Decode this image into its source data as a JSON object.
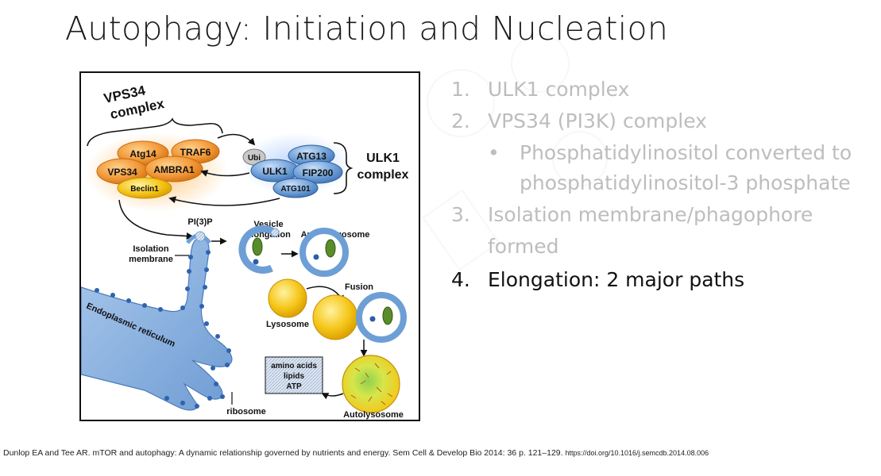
{
  "slide": {
    "title": "Autophagy: Initiation and Nucleation"
  },
  "list": {
    "items": [
      {
        "num": "1.",
        "text": "ULK1 complex"
      },
      {
        "num": "2.",
        "text": "VPS34 (PI3K) complex"
      },
      {
        "num": "3.",
        "text": "Isolation membrane/phagophore"
      },
      {
        "num": "",
        "text": "formed"
      },
      {
        "num": "4.",
        "text": "Elongation: 2 major paths"
      }
    ],
    "sub": {
      "bullet": "•",
      "line1": "Phosphatidylinositol converted to",
      "line2": "phosphatidylinositol-3 phosphate"
    }
  },
  "diagram": {
    "vps34_label_1": "VPS34",
    "vps34_label_2": "complex",
    "atg14": "Atg14",
    "traf6": "TRAF6",
    "vps34": "VPS34",
    "ambra1": "AMBRA1",
    "beclin1": "Beclin1",
    "ubi": "Ubi",
    "atg13": "ATG13",
    "ulk1": "ULK1",
    "fip200": "FIP200",
    "atg101": "ATG101",
    "ulk1_label_1": "ULK1",
    "ulk1_label_2": "complex",
    "vesicle_1": "Vesicle",
    "vesicle_2": "elongation",
    "autophagosome": "Autophagosome",
    "pi3p": "PI(3)P",
    "isolation_1": "Isolation",
    "isolation_2": "membrane",
    "fusion": "Fusion",
    "lysosome": "Lysosome",
    "er": "Endoplasmic reticulum",
    "products_1": "amino acids",
    "products_2": "lipids",
    "products_3": "ATP",
    "ribosome": "ribosome",
    "autolysosome": "Autolysosome"
  },
  "citation": {
    "text": "Dunlop EA and Tee AR. mTOR and autophagy: A dynamic relationship governed by nutrients and energy. Sem Cell & Develop Bio 2014: 36 p. 121–129.",
    "doi": "https://doi.org/10.1016/j.semcdb.2014.08.006"
  },
  "colors": {
    "orange": "#f09a3e",
    "blue": "#6d9fd6",
    "yellow": "#f5c518",
    "er_blue": "#8db3de"
  }
}
